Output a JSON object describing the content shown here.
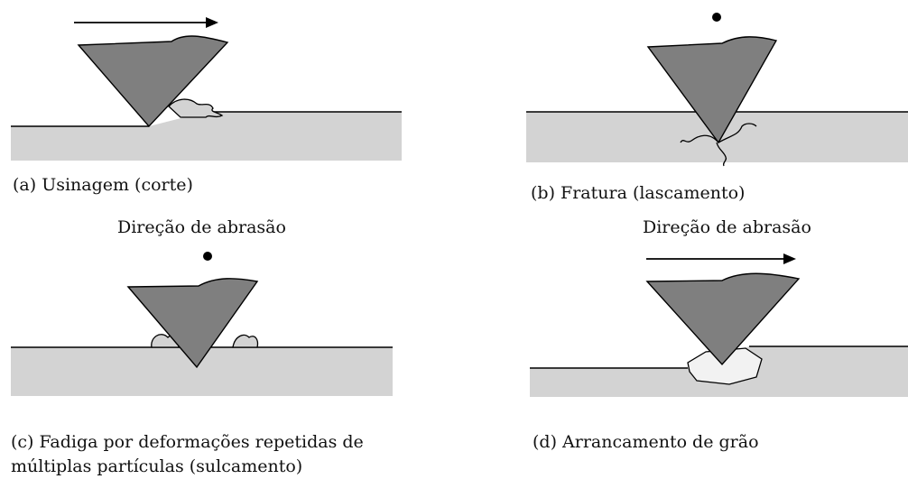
{
  "panels": {
    "a": {
      "caption": "(a) Usinagem (corte)"
    },
    "b": {
      "caption": "(b) Fratura (lascamento)"
    },
    "c": {
      "caption_line1": "(c) Fadiga por deformações repetidas de",
      "caption_line2": "múltiplas partículas (sulcamento)"
    },
    "d": {
      "caption": "(d) Arrancamento de grão"
    }
  },
  "direction_labels": {
    "left": "Direção de abrasão",
    "right": "Direção de abrasão"
  },
  "colors": {
    "abrasive": "#7f7f7f",
    "substrate": "#d3d3d3",
    "grain": "#f2f2f2",
    "line": "#000000"
  }
}
